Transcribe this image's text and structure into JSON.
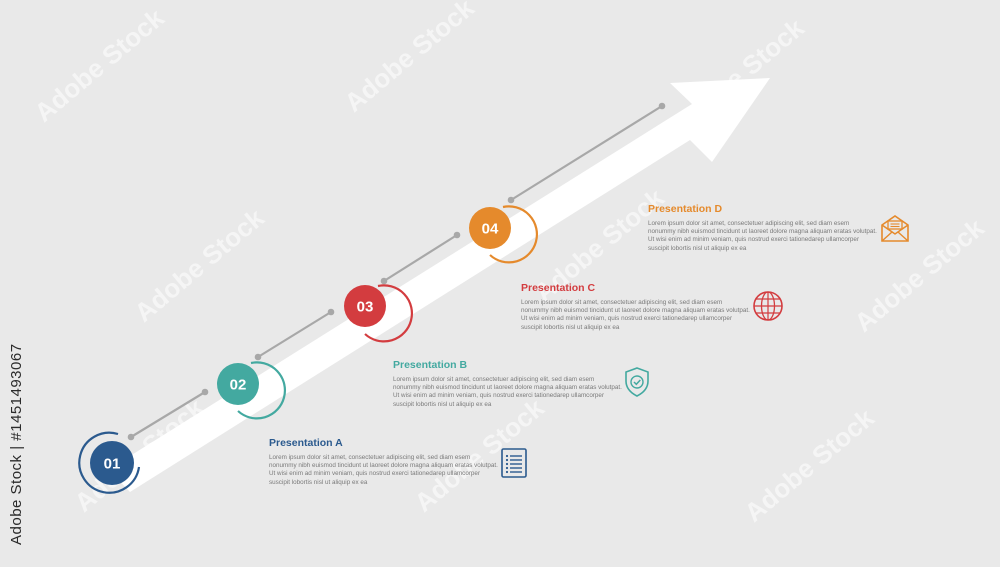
{
  "colors": {
    "background": "#e9e9e9",
    "arrow": "#ffffff",
    "connector": "#a8a8a8",
    "step1": "#2b5a8e",
    "step2": "#43a9a0",
    "step3": "#d33c3f",
    "step4": "#e58a2c"
  },
  "steps": [
    {
      "number": "01",
      "title": "Presentation A",
      "color": "#2b5a8e",
      "icon": "document-list-icon",
      "text": "Lorem ipsum dolor sit amet, consectetuer adipiscing elit, sed diam esem nonummy nibh euismod tincidunt ut laoreet dolore magna aliquam eratas volutpat. Ut wisi enim ad minim veniam, quis nostrud exerci tationedarep ullamcorper suscipit lobortis nisl ut aliquip ex ea"
    },
    {
      "number": "02",
      "title": "Presentation B",
      "color": "#43a9a0",
      "icon": "shield-check-icon",
      "text": "Lorem ipsum dolor sit amet, consectetuer adipiscing elit, sed diam esem nonummy nibh euismod tincidunt ut laoreet dolore magna aliquam eratas volutpat. Ut wisi enim ad minim veniam, quis nostrud exerci tationedarep ullamcorper suscipit lobortis nisl ut aliquip ex ea"
    },
    {
      "number": "03",
      "title": "Presentation C",
      "color": "#d33c3f",
      "icon": "globe-icon",
      "text": "Lorem ipsum dolor sit amet, consectetuer adipiscing elit, sed diam esem nonummy nibh euismod tincidunt ut laoreet dolore magna aliquam eratas volutpat. Ut wisi enim ad minim veniam, quis nostrud exerci tationedarep ullamcorper suscipit lobortis nisl ut aliquip ex ea"
    },
    {
      "number": "04",
      "title": "Presentation D",
      "color": "#e58a2c",
      "icon": "envelope-icon",
      "text": "Lorem ipsum dolor sit amet, consectetuer adipiscing elit, sed diam esem nonummy nibh euismod tincidunt ut laoreet dolore magna aliquam eratas volutpat. Ut wisi enim ad minim veniam, quis nostrud exerci tationedarep ullamcorper suscipit lobortis nisl ut aliquip ex ea"
    }
  ],
  "watermark": {
    "side_text": "Adobe Stock | #1451493067",
    "tile_text": "Adobe Stock"
  }
}
